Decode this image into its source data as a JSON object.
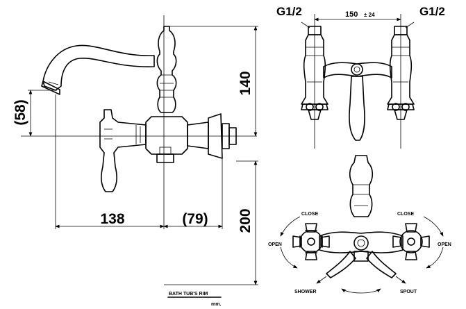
{
  "side_view": {
    "dim_height_upper": "140",
    "dim_height_lower": "200",
    "dim_spout_offset": "(58)",
    "dim_spout_reach": "138",
    "dim_body_depth": "(79)",
    "rim_label": "BATH TUB'S RIM",
    "unit_label": "mm."
  },
  "front_view": {
    "inlet_left": "G1/2",
    "inlet_right": "G1/2",
    "center_distance": "150",
    "center_tolerance": "± 24"
  },
  "top_view": {
    "close_left": "CLOSE",
    "close_right": "CLOSE",
    "open_left": "OPEN",
    "open_right": "OPEN",
    "shower_label": "SHOWER",
    "spout_label": "SPOUT"
  }
}
